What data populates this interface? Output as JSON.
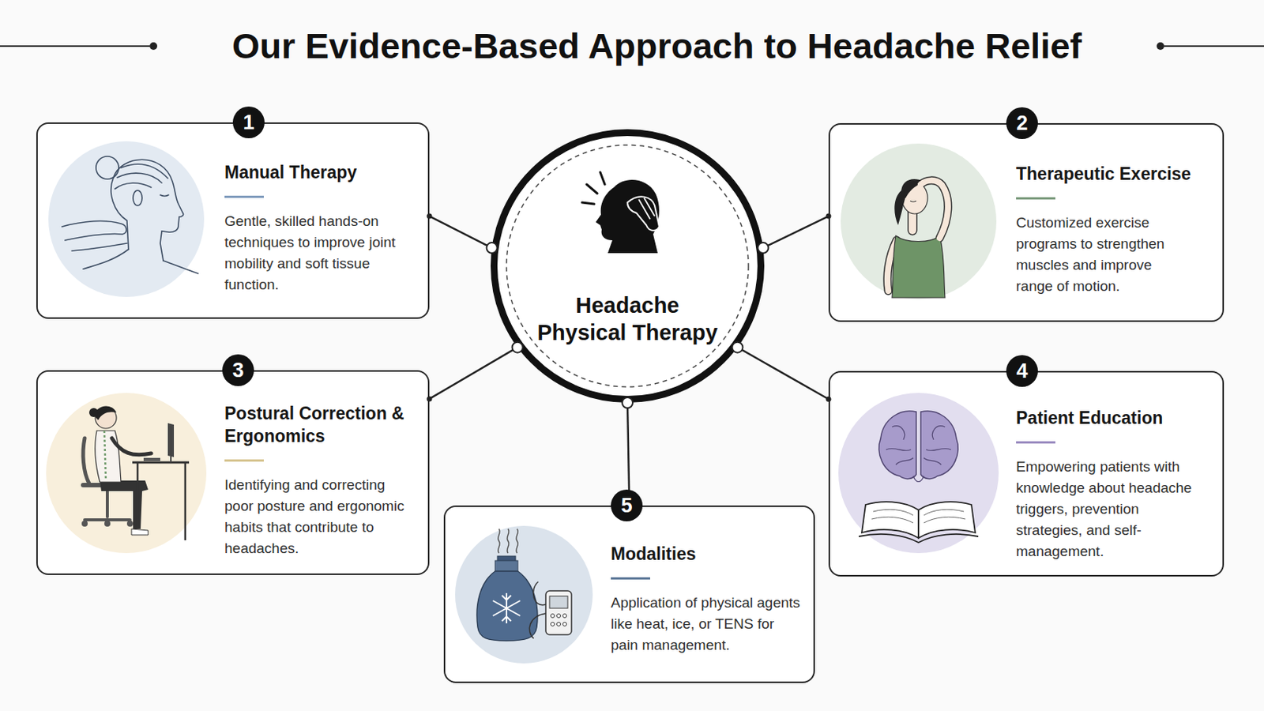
{
  "diagram": {
    "title": "Our Evidence-Based Approach to Headache Relief",
    "nodes": [
      {
        "text": [
          "Headache Physical Therapy"
        ]
      },
      {
        "text": [
          "Manual Therapy",
          "Gentle, skilled hands-on techniques to improve joint mobility and soft tissue function."
        ]
      },
      {
        "text": [
          "Therapeutic Exercise",
          "Customized exercise programs to strengthen muscles and improve range of motion."
        ]
      },
      {
        "text": [
          "Postural Correction & Ergonomics",
          "Identifying and correcting poor posture and ergonomic habits that contribute to headaches."
        ]
      },
      {
        "text": [
          "Patient Education",
          "Empowering patients with knowledge about headache triggers, prevention strategies, and self-management."
        ]
      },
      {
        "text": [
          "Modalities",
          "Application of physical agents like heat, ice, or TENS for pain management."
        ]
      }
    ],
    "edges": [
      {
        "from": 0,
        "to": 1,
        "arrow": "none"
      },
      {
        "from": 0,
        "to": 2,
        "arrow": "none"
      },
      {
        "from": 0,
        "to": 3,
        "arrow": "none"
      },
      {
        "from": 0,
        "to": 4,
        "arrow": "none"
      },
      {
        "from": 0,
        "to": 5,
        "arrow": "none"
      }
    ],
    "labels": [
      "1",
      "2",
      "3",
      "4",
      "5"
    ]
  }
}
